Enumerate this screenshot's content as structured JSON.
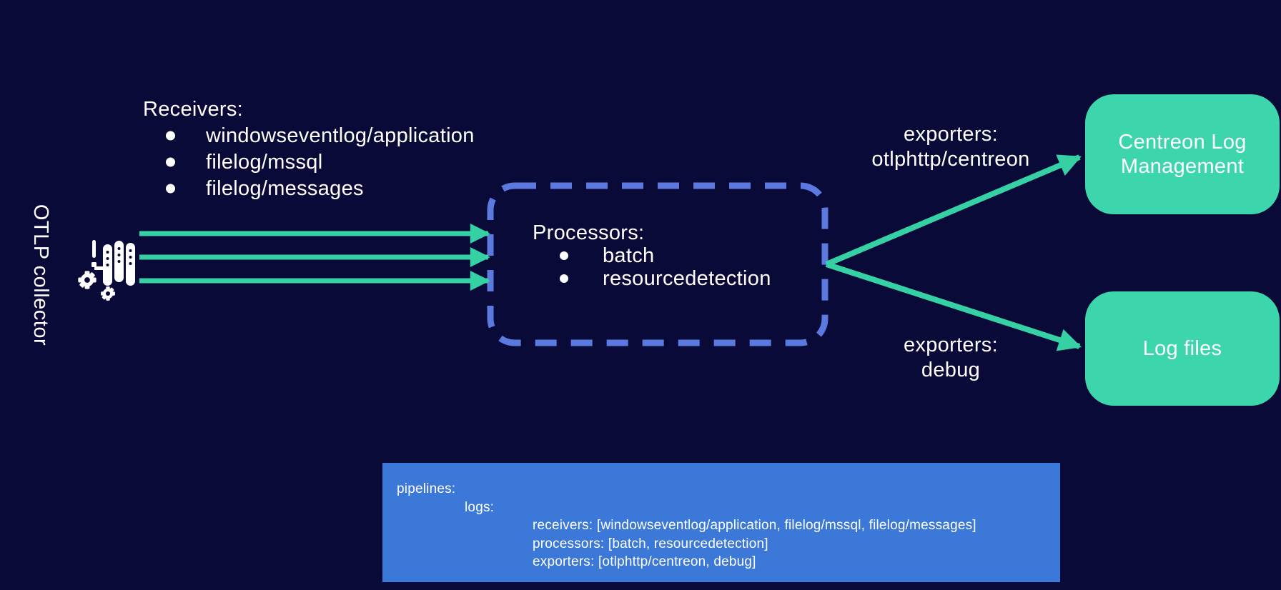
{
  "collector": {
    "label": "OTLP collector"
  },
  "receivers": {
    "title": "Receivers:",
    "items": [
      "windowseventlog/application",
      "filelog/mssql",
      "filelog/messages"
    ]
  },
  "processors": {
    "title": "Processors:",
    "items": [
      "batch",
      "resourcedetection"
    ]
  },
  "exporter_labels": [
    {
      "title": "exporters:",
      "name": "otlphttp/centreon"
    },
    {
      "title": "exporters:",
      "name": "debug"
    }
  ],
  "destinations": [
    {
      "lines": [
        "Centreon Log",
        "Management"
      ]
    },
    {
      "lines": [
        "Log files"
      ]
    }
  ],
  "pipeline_config": {
    "lines": [
      "pipelines:",
      "logs:",
      "receivers: [windowseventlog/application, filelog/mssql, filelog/messages]",
      "processors: [batch, resourcedetection]",
      "exporters: [otlphttp/centreon, debug]"
    ]
  },
  "icons": {
    "collector": "log-collector-icon",
    "arrow": "flow-arrow"
  },
  "colors": {
    "background": "#0a0a38",
    "arrow_green": "#35d1a5",
    "destination_teal": "#3dd6ac",
    "dashed_border_blue": "#5b79de",
    "config_box_blue": "#3c78d8",
    "text": "#ffffff"
  }
}
